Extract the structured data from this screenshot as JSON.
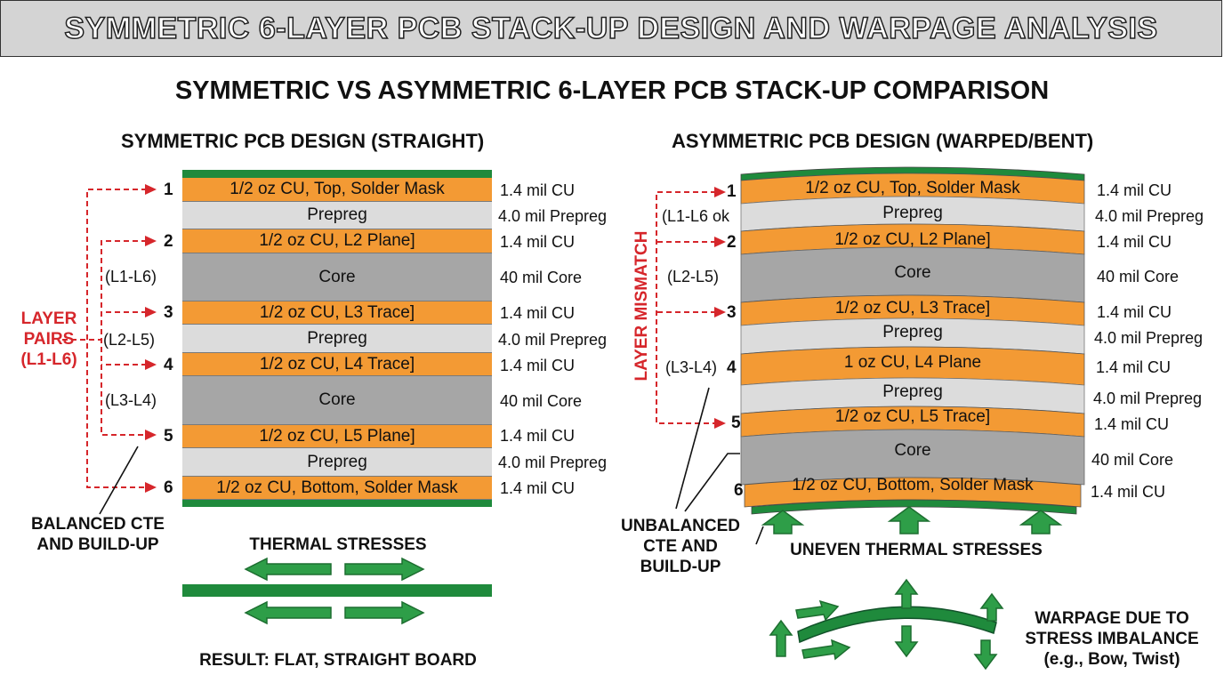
{
  "banner_title": "SYMMETRIC 6-LAYER PCB STACK-UP DESIGN AND WARPAGE ANALYSIS",
  "main_title": "SYMMETRIC VS ASYMMETRIC 6-LAYER PCB STACK-UP COMPARISON",
  "colors": {
    "copper": "#f39a34",
    "prepreg": "#dcdcdc",
    "core": "#a6a6a6",
    "mask": "#1f8a3c",
    "annotation_red": "#d6262b",
    "arrow_green": "#2e9e48"
  },
  "symmetric": {
    "heading": "SYMMETRIC PCB DESIGN (STRAIGHT)",
    "layers": [
      {
        "label": "1/2 oz CU, Top, Solder Mask",
        "spec": "1.4 mil CU"
      },
      {
        "label": "Prepreg",
        "spec": "4.0 mil Prepreg"
      },
      {
        "label": "1/2 oz CU, L2 Plane]",
        "spec": "1.4 mil CU"
      },
      {
        "label": "Core",
        "spec": "40 mil Core"
      },
      {
        "label": "1/2 oz CU, L3 Trace]",
        "spec": "1.4 mil CU"
      },
      {
        "label": "Prepreg",
        "spec": "4.0 mil Prepreg"
      },
      {
        "label": "1/2 oz CU, L4 Trace]",
        "spec": "1.4 mil CU"
      },
      {
        "label": "Core",
        "spec": "40 mil Core"
      },
      {
        "label": "1/2 oz CU, L5 Plane]",
        "spec": "1.4 mil CU"
      },
      {
        "label": "Prepreg",
        "spec": "4.0 mil Prepreg"
      },
      {
        "label": "1/2 oz CU, Bottom, Solder Mask",
        "spec": "1.4 mil CU"
      }
    ],
    "layer_numbers": [
      "1",
      "2",
      "3",
      "4",
      "5",
      "6"
    ],
    "pair_labels": [
      "(L1-L6)",
      "(L2-L5)",
      "(L3-L4)"
    ],
    "layer_pairs_label": [
      "LAYER",
      "PAIRS",
      "(L1-L6)"
    ],
    "balanced_note": [
      "BALANCED CTE",
      "AND BUILD-UP"
    ],
    "thermal_label": "THERMAL STRESSES",
    "result_label": "RESULT: FLAT, STRAIGHT BOARD"
  },
  "asymmetric": {
    "heading": "ASYMMETRIC PCB DESIGN (WARPED/BENT)",
    "layers": [
      {
        "label": "1/2 oz CU, Top, Solder Mask",
        "spec": "1.4 mil CU"
      },
      {
        "label": "Prepreg",
        "spec": "4.0 mil Prepreg"
      },
      {
        "label": "1/2 oz CU, L2 Plane]",
        "spec": "1.4 mil CU"
      },
      {
        "label": "Core",
        "spec": "40 mil Core"
      },
      {
        "label": "1/2 oz CU, L3 Trace]",
        "spec": "1.4 mil CU"
      },
      {
        "label": "Prepreg",
        "spec": "4.0 mil Prepreg"
      },
      {
        "label": "1 oz CU, L4 Plane",
        "spec": "1.4 mil CU"
      },
      {
        "label": "Prepreg",
        "spec": "4.0 mil Prepreg"
      },
      {
        "label": "1/2 oz CU, L5 Trace]",
        "spec": "1.4 mil CU"
      },
      {
        "label": "Core",
        "spec": "40 mil Core"
      },
      {
        "label": "1/2 oz CU, Bottom, Solder Mask",
        "spec": "1.4 mil CU"
      }
    ],
    "layer_numbers": [
      "1",
      "2",
      "3",
      "4",
      "5",
      "6"
    ],
    "pair_labels": [
      "(L1-L6 ok",
      "(L2-L5)",
      "(L3-L4)"
    ],
    "mismatch_label": "LAYER MISMATCH",
    "unbalanced_note": [
      "UNBALANCED",
      "CTE AND",
      "BUILD-UP"
    ],
    "uneven_label": "UNEVEN THERMAL STRESSES",
    "warpage_note": [
      "WARPAGE DUE TO",
      "STRESS IMBALANCE",
      "(e.g., Bow, Twist)"
    ]
  }
}
